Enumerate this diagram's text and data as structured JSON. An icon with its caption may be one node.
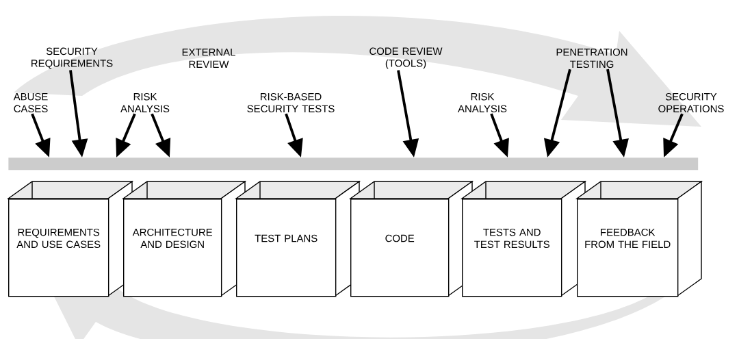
{
  "diagram": {
    "nodes": [
      {
        "text": [
          "SECURITY REQUIREMENTS"
        ]
      },
      {
        "text": [
          "CODE REVIEW (TOOLS)"
        ]
      },
      {
        "text": [
          "PENETRATION TESTING"
        ]
      },
      {
        "text": [
          "ABUSE CASES"
        ]
      },
      {
        "text": [
          "RISK ANALYSIS"
        ]
      },
      {
        "text": [
          "RISK-BASED SECURITY TESTS"
        ]
      },
      {
        "text": [
          "RISK ANALYSIS"
        ]
      },
      {
        "text": [
          "SECURITY OPERATIONS"
        ]
      },
      {
        "text": [],
        "shape": "bar"
      },
      {
        "text": [
          "REQUIREMENTS AND USE CASES"
        ]
      },
      {
        "text": [
          "ARCHITECTURE AND DESIGN"
        ]
      },
      {
        "text": [
          "TEST PLANS"
        ]
      },
      {
        "text": [
          "CODE"
        ]
      },
      {
        "text": [
          "TESTS AND TEST RESULTS"
        ]
      },
      {
        "text": [
          "FEEDBACK FROM THE FIELD"
        ]
      }
    ],
    "edges": [
      {
        "from": 3,
        "to": 8,
        "arrow": "to"
      },
      {
        "from": 0,
        "to": 8,
        "arrow": "to"
      },
      {
        "from": 4,
        "to": 8,
        "arrow": "to"
      },
      {
        "from": 4,
        "to": 8,
        "arrow": "to"
      },
      {
        "from": 5,
        "to": 8,
        "arrow": "to"
      },
      {
        "from": 1,
        "to": 8,
        "arrow": "to"
      },
      {
        "from": 6,
        "to": 8,
        "arrow": "to"
      },
      {
        "from": 2,
        "to": 8,
        "arrow": "to"
      },
      {
        "from": 2,
        "to": 8,
        "arrow": "to"
      },
      {
        "from": 7,
        "to": 8,
        "arrow": "to"
      }
    ],
    "labels": [
      "EXTERNAL REVIEW"
    ]
  }
}
